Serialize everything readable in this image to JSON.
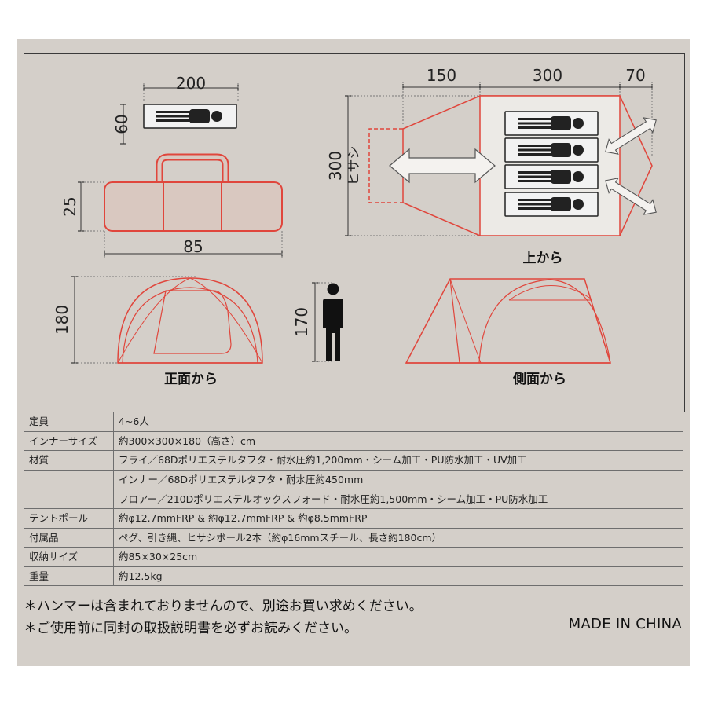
{
  "dimensions": {
    "sleeper_length": "200",
    "sleeper_width": "60",
    "bag_height": "25",
    "bag_length": "85",
    "vestibule_depth": "150",
    "inner_depth": "300",
    "rear_depth": "70",
    "width_total": "300",
    "awning_label": "ヒサシ",
    "front_height": "180",
    "person_height": "170"
  },
  "captions": {
    "top_view": "上から",
    "front_view": "正面から",
    "side_view": "側面から"
  },
  "specs": [
    {
      "key": "定員",
      "value": "4~6人"
    },
    {
      "key": "インナーサイズ",
      "value": "約300×300×180（高さ）cm"
    },
    {
      "key": "材質",
      "value": "フライ／68Dポリエステルタフタ・耐水圧約1,200mm・シーム加工・PU防水加工・UV加工"
    },
    {
      "key": "",
      "value": "インナー／68Dポリエステルタフタ・耐水圧約450mm"
    },
    {
      "key": "",
      "value": "フロアー／210Dポリエステルオックスフォード・耐水圧約1,500mm・シーム加工・PU防水加工"
    },
    {
      "key": "テントポール",
      "value": "約φ12.7mmFRP & 約φ12.7mmFRP & 約φ8.5mmFRP"
    },
    {
      "key": "付属品",
      "value": "ペグ、引き縄、ヒサシポール2本（約φ16mmスチール、長さ約180cm）"
    },
    {
      "key": "収納サイズ",
      "value": "約85×30×25cm"
    },
    {
      "key": "重量",
      "value": "約12.5kg"
    }
  ],
  "notes": {
    "hammer": "＊ハンマーは含まれておりませんので、別途お買い求めください。",
    "manual": "＊ご使用前に同封の取扱説明書を必ずお読みください。",
    "made": "MADE IN CHINA"
  },
  "colors": {
    "panel": "#d4cfc9",
    "tent_red": "#e0463c",
    "bag_fill": "#d9c8c0"
  }
}
